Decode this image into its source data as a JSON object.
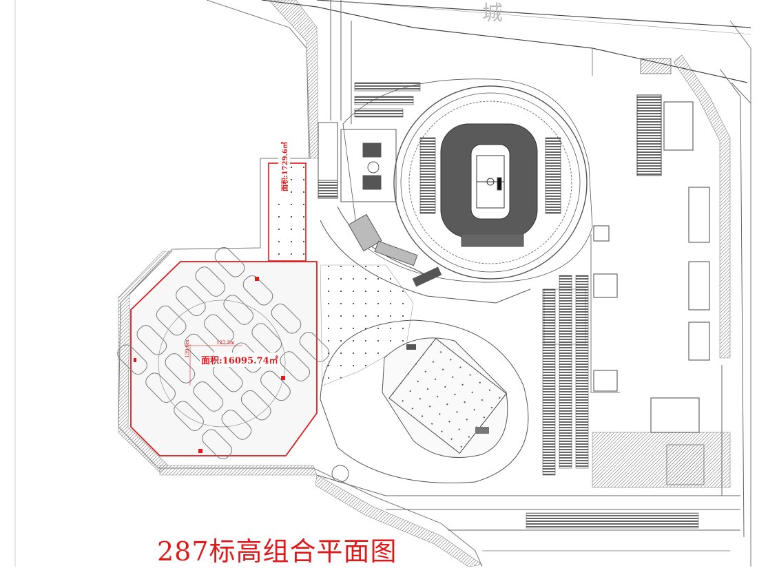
{
  "title": "287标高组合平面图",
  "areas": {
    "main_parking_area": "面积:16095.74㎡",
    "strip_area": "面积:1729.6㎡"
  },
  "dimension_labels": {
    "horizontal": "127.5m",
    "vertical": "139.6m"
  },
  "colors": {
    "outline_red": "#e0191b",
    "line_gray": "#7a7a7a",
    "fill_dark": "#5a5a5a",
    "hatch": "#8c8c8c"
  }
}
